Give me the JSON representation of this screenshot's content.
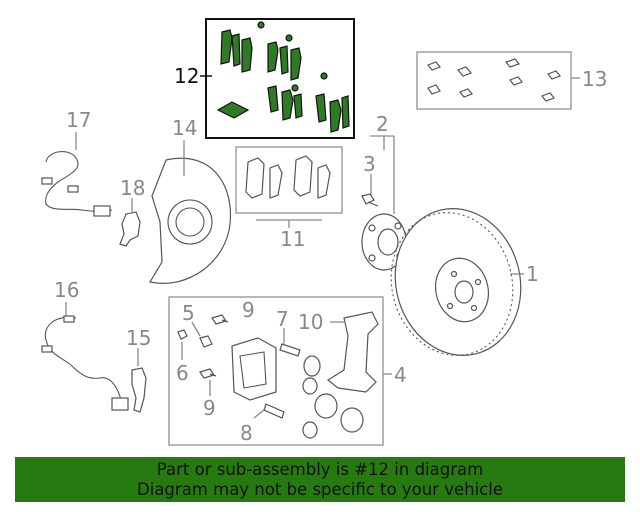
{
  "callouts": {
    "c1": "1",
    "c2": "2",
    "c3": "3",
    "c4": "4",
    "c5": "5",
    "c6": "6",
    "c7": "7",
    "c8": "8",
    "c9a": "9",
    "c9b": "9",
    "c10": "10",
    "c11": "11",
    "c12": "12",
    "c13": "13",
    "c14": "14",
    "c15": "15",
    "c16": "16",
    "c17": "17",
    "c18": "18"
  },
  "highlight": {
    "callout": "12",
    "color": "#277a0f"
  },
  "footer": {
    "line1": "Part or sub-assembly is #12 in diagram",
    "line2": "Diagram may not be specific to your vehicle"
  }
}
